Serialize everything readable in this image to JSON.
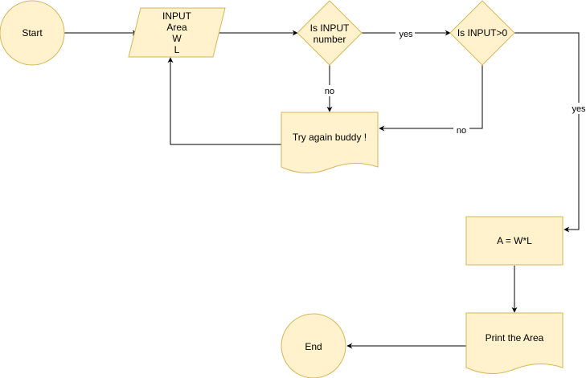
{
  "colors": {
    "node_fill": "#fff2cc",
    "node_stroke": "#d6b656",
    "edge": "#000000",
    "background": "#ffffff"
  },
  "nodes": {
    "start": {
      "label": "Start"
    },
    "input": {
      "lines": [
        "INPUT",
        "Area",
        "W",
        "L"
      ]
    },
    "is_number": {
      "lines": [
        "Is INPUT",
        "number"
      ]
    },
    "is_positive": {
      "label": "Is INPUT>0"
    },
    "try_again": {
      "label": "Try again buddy !"
    },
    "compute": {
      "label": "A = W*L"
    },
    "print": {
      "label": "Print the Area"
    },
    "end": {
      "label": "End"
    }
  },
  "edges": {
    "number_yes": "yes",
    "number_no": "no",
    "positive_yes": "yes",
    "positive_no": "no"
  }
}
